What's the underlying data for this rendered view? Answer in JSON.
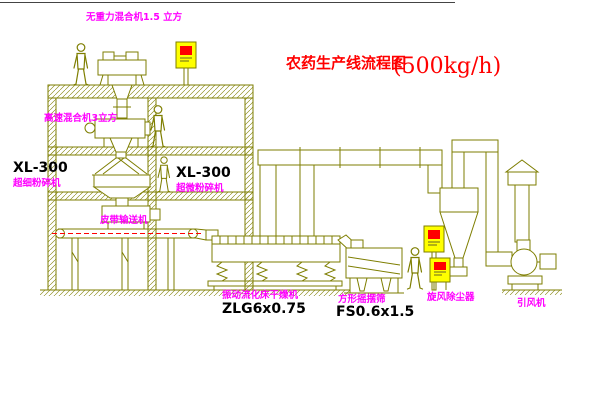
{
  "title": {
    "text": "农药生产线流程图",
    "capacity": "(500kg/h)"
  },
  "labels": {
    "top_mixer": "无重力混合机1.5 立方",
    "mid_mixer": "高速混合机3立方",
    "mill_left_model": "XL-300",
    "mill_left_name": "超细粉碎机",
    "mill_right_model": "XL-300",
    "mill_right_name": "超微粉碎机",
    "belt_conveyor": "皮带输送机",
    "dryer_name": "振动流化床干燥机",
    "dryer_model": "ZLG6x0.75",
    "sieve_name": "方形摇摆筛",
    "sieve_model": "FS0.6x1.5",
    "cyclone_name": "旋风除尘器",
    "fan_name": "引风机"
  },
  "colors": {
    "line": "#7E7E00",
    "label": "#FF00FF",
    "title": "#FF0000",
    "cabinet": "#FFFF00",
    "indicator": "#FF0000",
    "background": "#FFFFFF"
  }
}
